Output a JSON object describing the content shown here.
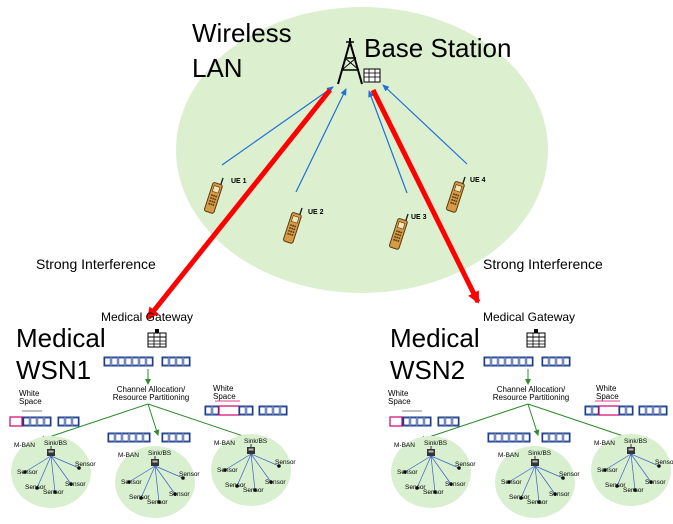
{
  "cloud": {
    "wireless_lan_line1": "Wireless",
    "wireless_lan_line2": "LAN",
    "base_station": "Base Station",
    "ues": [
      "UE 1",
      "UE 2",
      "UE 3",
      "UE 4"
    ]
  },
  "interference_left": "Strong Interference",
  "interference_right": "Strong Interference",
  "wsn_left": {
    "title_line1": "Medical",
    "title_line2": "WSN1",
    "gateway": "Medical Gateway",
    "white_space_left": [
      "White",
      "Space"
    ],
    "white_space_right": [
      "White",
      "Space"
    ],
    "channel_allocation": [
      "Channel Allocation/",
      "Resource Partitioning"
    ],
    "bans": [
      {
        "mban": "M-BAN",
        "sink": "Sink/BS",
        "sensors": [
          "Sensor",
          "Sensor",
          "Sensor",
          "Sensor",
          "Sensor"
        ]
      },
      {
        "mban": "M-BAN",
        "sink": "Sink/BS",
        "sensors": [
          "Sensor",
          "Sensor",
          "Sensor",
          "Sensor",
          "Sensor"
        ]
      },
      {
        "mban": "M-BAN",
        "sink": "Sink/BS",
        "sensors": [
          "Sensor",
          "Sensor",
          "Sensor",
          "Sensor",
          "Sensor"
        ]
      }
    ]
  },
  "wsn_right": {
    "title_line1": "Medical",
    "title_line2": "WSN2",
    "gateway": "Medical Gateway",
    "white_space_left": [
      "White",
      "Space"
    ],
    "white_space_right": [
      "White",
      "Space"
    ],
    "channel_allocation": [
      "Channel Allocation/",
      "Resource Partitioning"
    ],
    "bans": [
      {
        "mban": "M-BAN",
        "sink": "Sink/BS",
        "sensors": [
          "Sensor",
          "Sensor",
          "Sensor",
          "Sensor",
          "Sensor"
        ]
      },
      {
        "mban": "M-BAN",
        "sink": "Sink/BS",
        "sensors": [
          "Sensor",
          "Sensor",
          "Sensor",
          "Sensor",
          "Sensor"
        ]
      },
      {
        "mban": "M-BAN",
        "sink": "Sink/BS",
        "sensors": [
          "Sensor",
          "Sensor",
          "Sensor",
          "Sensor",
          "Sensor"
        ]
      }
    ]
  },
  "colors": {
    "cloud_fill": "#dcf0d0",
    "interference_arrow": "#ff0000",
    "uplink_arrow": "#1f6fd8",
    "allocation_arrow": "#2e8b2e",
    "resource_block": "#1a3d8f",
    "white_space_marker": "#d4006a",
    "ban_fill": "#d8f0cf",
    "sensor_link": "#3a5fc8"
  }
}
